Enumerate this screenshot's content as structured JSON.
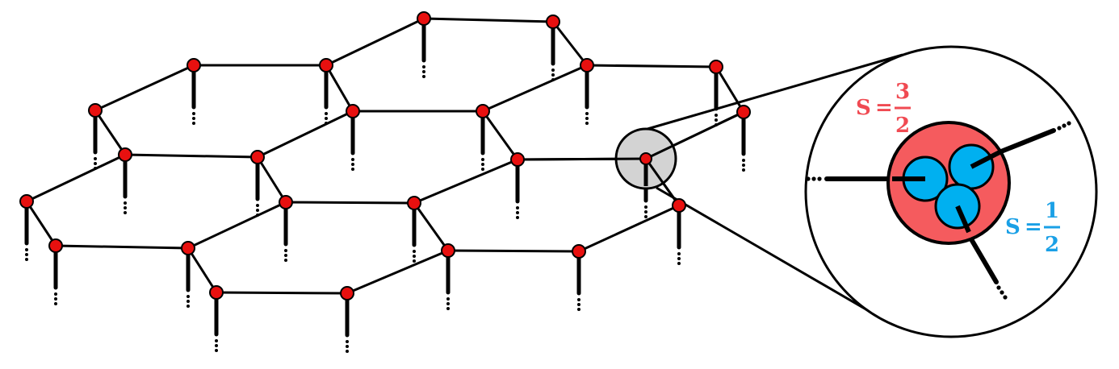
{
  "colors": {
    "site": "#e8100f",
    "site_outline": "#000000",
    "bond": "#000000",
    "zoom_lens": "#d3d3d3",
    "spin_big": "#f55b5e",
    "spin_small": "#00b0f0",
    "label_big": "#f04a52",
    "label_small": "#1aa0e6"
  },
  "labels": {
    "big": {
      "lhs": "S",
      "eq": "=",
      "num": "3",
      "den": "2"
    },
    "small": {
      "lhs": "S",
      "eq": "=",
      "num": "1",
      "den": "2"
    }
  },
  "icons": {
    "continuation": "vertical-ellipsis"
  }
}
